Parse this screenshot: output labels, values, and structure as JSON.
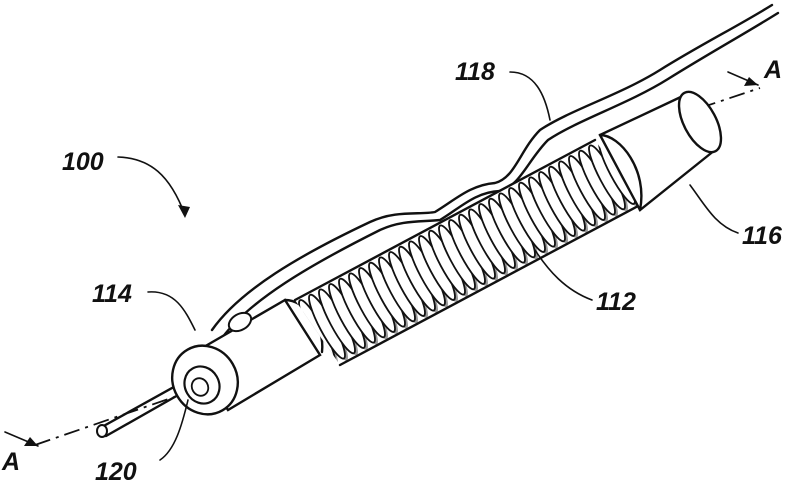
{
  "labels": {
    "device": "100",
    "coil": "112",
    "proximal_cap": "114",
    "distal_cap": "116",
    "outer_wire": "118",
    "inner_wire": "120",
    "axis_end_right": "A",
    "axis_end_left": "A"
  },
  "colors": {
    "ink": "#111111",
    "shade": "#9a9a9a",
    "background": "#ffffff"
  }
}
